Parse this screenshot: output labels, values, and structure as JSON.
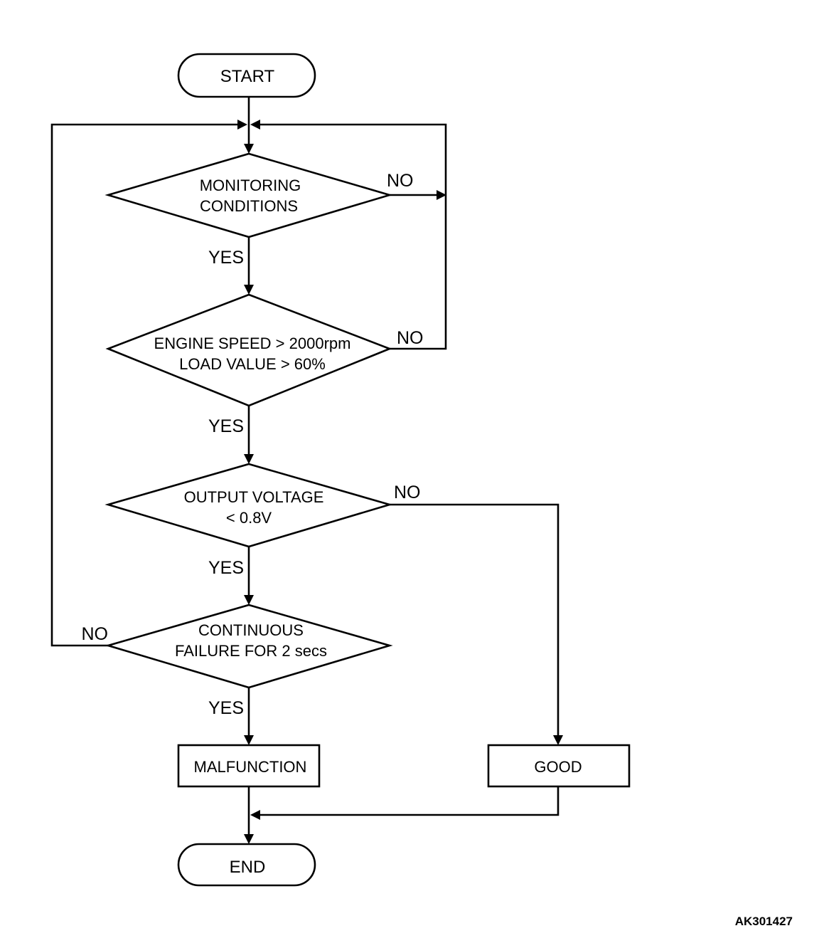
{
  "start": "START",
  "end": "END",
  "decisions": [
    {
      "lines": [
        "MONITORING",
        "CONDITIONS"
      ],
      "yes": "YES",
      "no": "NO"
    },
    {
      "lines": [
        "ENGINE SPEED > 2000rpm",
        "LOAD VALUE > 60%"
      ],
      "yes": "YES",
      "no": "NO"
    },
    {
      "lines": [
        "OUTPUT VOLTAGE",
        "< 0.8V"
      ],
      "yes": "YES",
      "no": "NO"
    },
    {
      "lines": [
        "CONTINUOUS",
        "FAILURE FOR 2 secs"
      ],
      "yes": "YES",
      "no": "NO"
    }
  ],
  "results": {
    "malfunction": "MALFUNCTION",
    "good": "GOOD"
  },
  "figure_id": "AK301427"
}
